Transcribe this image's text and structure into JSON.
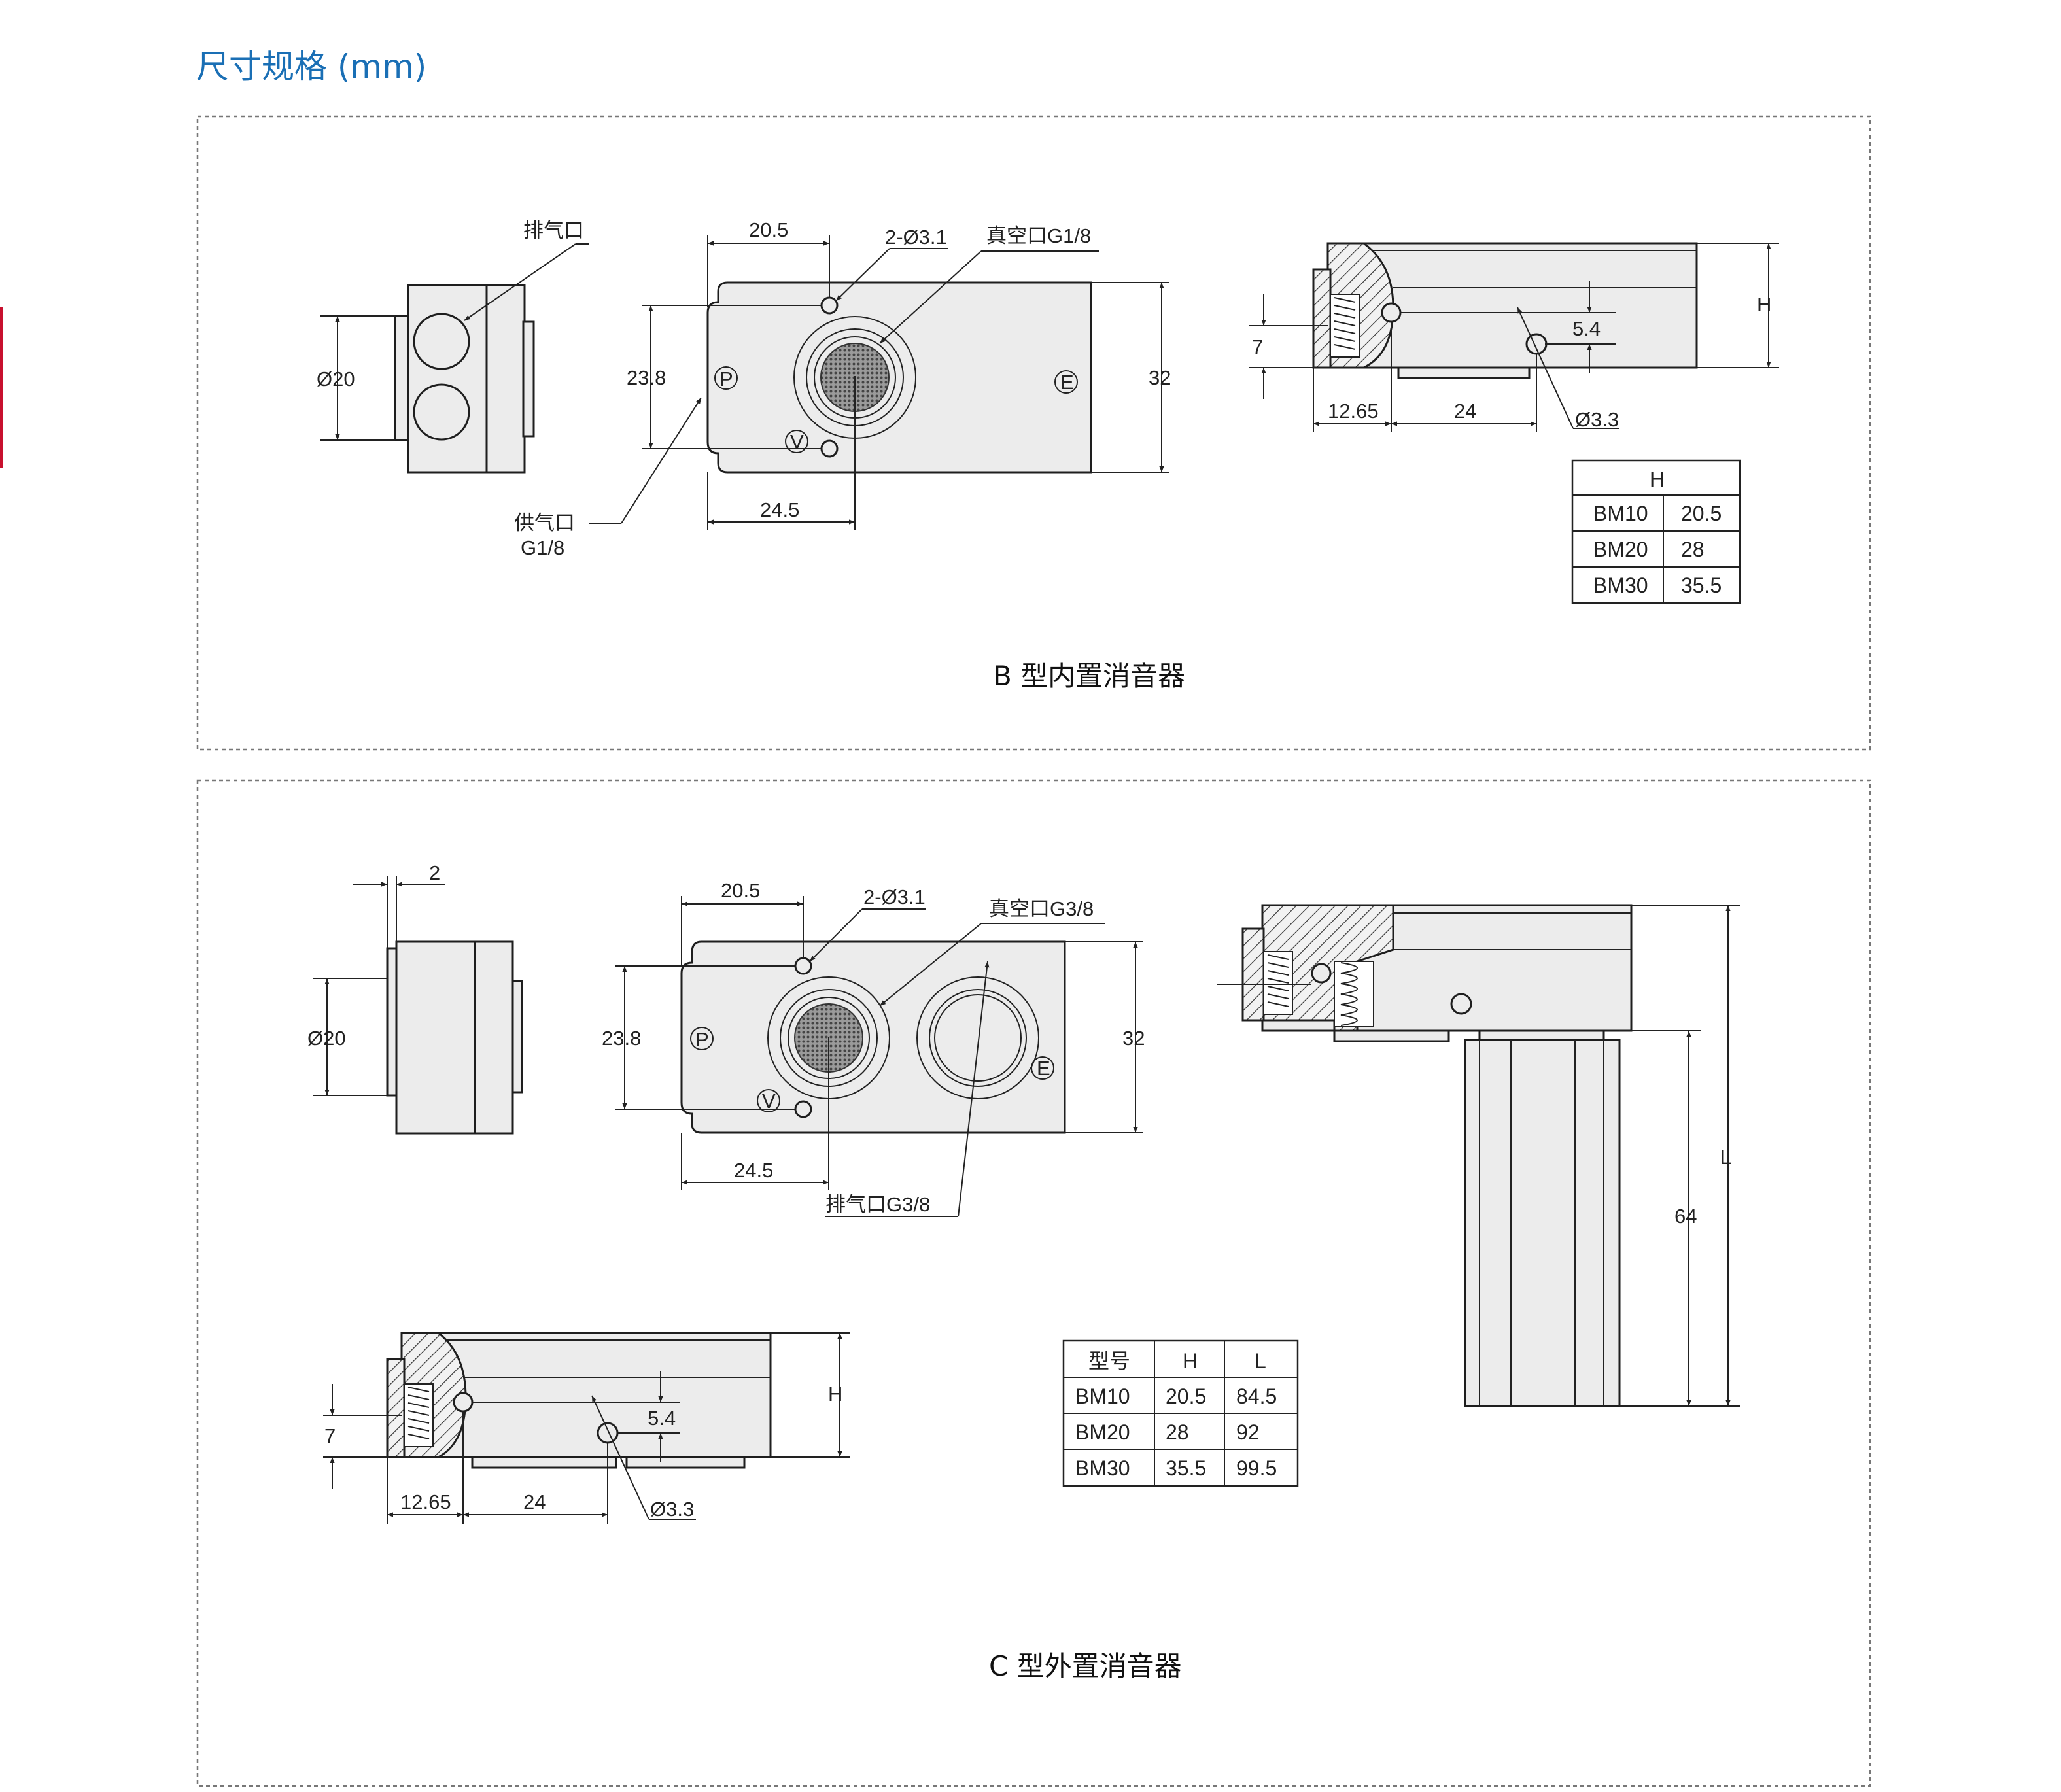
{
  "page_title": "尺寸规格 (mm)",
  "panels": {
    "b": {
      "caption": "B 型内置消音器",
      "labels": {
        "exhaust_port": "排气口",
        "d20": "Ø20",
        "dim_20_5": "20.5",
        "holes": "2-Ø3.1",
        "vacuum_port": "真空口G1/8",
        "dim_23_8": "23.8",
        "dim_32": "32",
        "dim_24_5": "24.5",
        "supply_port_1": "供气口",
        "supply_port_2": "G1/8",
        "mark_p": "P",
        "mark_v": "V",
        "mark_e": "E",
        "dim_7": "7",
        "dim_5_4": "5.4",
        "dim_h": "H",
        "dim_12_65": "12.65",
        "dim_24": "24",
        "d3_3": "Ø3.3"
      },
      "table": {
        "header": "H",
        "rows": [
          [
            "BM10",
            "20.5"
          ],
          [
            "BM20",
            "28"
          ],
          [
            "BM30",
            "35.5"
          ]
        ]
      }
    },
    "c": {
      "caption": "C 型外置消音器",
      "labels": {
        "dim_2": "2",
        "d20": "Ø20",
        "dim_20_5": "20.5",
        "holes": "2-Ø3.1",
        "vacuum_port": "真空口G3/8",
        "dim_23_8": "23.8",
        "dim_32": "32",
        "dim_24_5": "24.5",
        "exhaust_port": "排气口G3/8",
        "mark_p": "P",
        "mark_v": "V",
        "mark_e": "E",
        "dim_l": "L",
        "dim_64": "64",
        "dim_h": "H",
        "dim_7": "7",
        "dim_5_4": "5.4",
        "dim_12_65": "12.65",
        "dim_24": "24",
        "d3_3": "Ø3.3"
      },
      "table": {
        "headers": [
          "型号",
          "H",
          "L"
        ],
        "rows": [
          [
            "BM10",
            "20.5",
            "84.5"
          ],
          [
            "BM20",
            "28",
            "92"
          ],
          [
            "BM30",
            "35.5",
            "99.5"
          ]
        ]
      }
    }
  },
  "colors": {
    "title": "#1a6fb5",
    "accent": "#c8102e",
    "part_fill": "#ececec",
    "line": "#1e1e1e"
  }
}
